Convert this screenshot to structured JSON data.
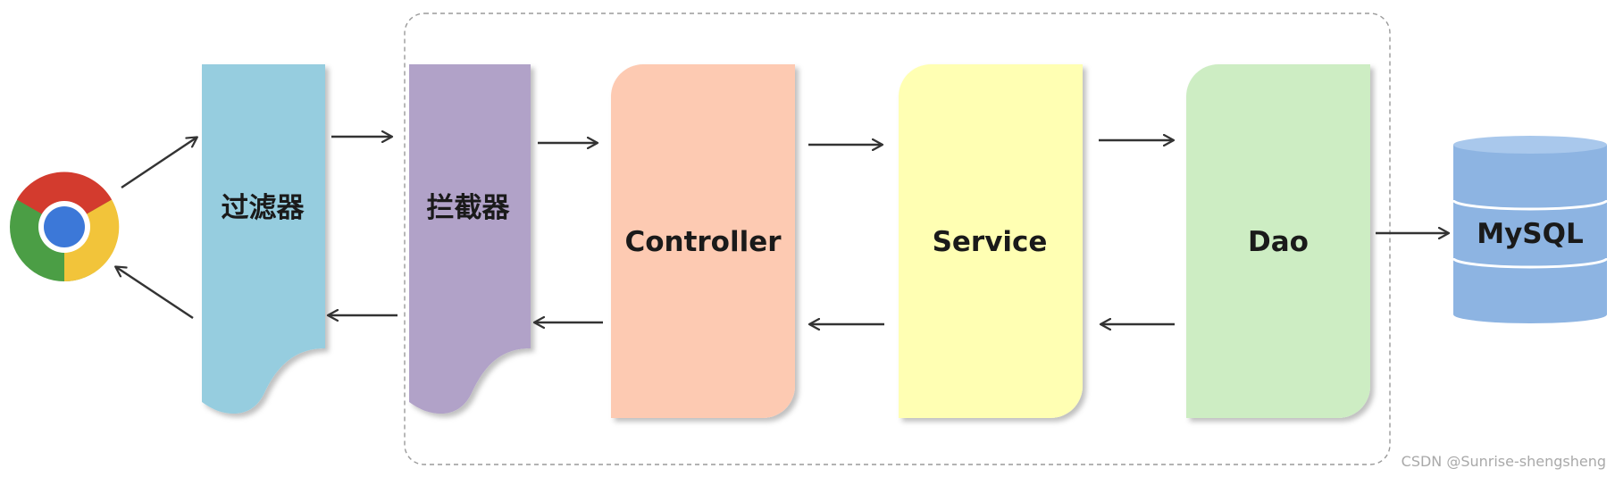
{
  "nodes": {
    "browser": {
      "icon": "chrome-browser-icon"
    },
    "filter": {
      "label": "过滤器",
      "color": "#96CDDF"
    },
    "interceptor": {
      "label": "拦截器",
      "color": "#B1A2C8"
    },
    "controller": {
      "label": "Controller",
      "color": "#FDCAB2"
    },
    "service": {
      "label": "Service",
      "color": "#FFFFB3"
    },
    "dao": {
      "label": "Dao",
      "color": "#CDEDC3"
    },
    "mysql": {
      "label": "MySQL",
      "color": "#8DB4E2",
      "icon": "database-cylinder-icon"
    }
  },
  "container": {
    "style": "dashed",
    "color": "#9a9a9a"
  },
  "arrow_color": "#333333",
  "watermark": "CSDN @Sunrise-shengsheng"
}
